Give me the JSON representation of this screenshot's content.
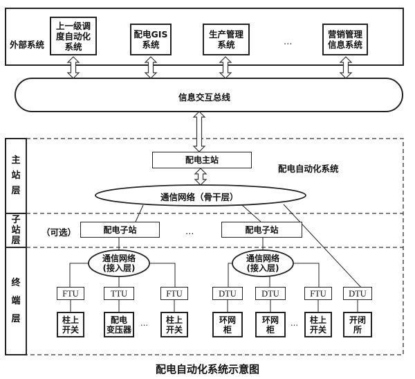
{
  "diagram": {
    "caption": "配电自动化系统示意图",
    "external_layer": {
      "label": "外部系统",
      "systems": [
        {
          "id": "upper-dispatch",
          "label": "上一级调\n度自动化\n系统"
        },
        {
          "id": "gis",
          "label": "配电GIS\n系统"
        },
        {
          "id": "production-mgmt",
          "label": "生产管理\n系统"
        },
        {
          "id": "marketing-mgmt",
          "label": "营销管理\n信息系统"
        }
      ],
      "ellipsis": "…"
    },
    "bus": {
      "label": "信息交互总线"
    },
    "das": {
      "label": "配电自动化系统",
      "layers": [
        {
          "id": "master",
          "label": "主站层",
          "chars": [
            "主",
            "站",
            "层"
          ]
        },
        {
          "id": "substation",
          "label": "子站层",
          "chars": [
            "子",
            "站",
            "层"
          ]
        },
        {
          "id": "terminal",
          "label": "终端层",
          "chars": [
            "终",
            "端",
            "层"
          ]
        }
      ],
      "master_station": "配电主站",
      "backbone_network": "通信网络（骨干层）",
      "optional_note": "（可选）",
      "substations": [
        {
          "id": "sub-1",
          "label": "配电子站"
        },
        {
          "id": "sub-2",
          "label": "配电子站"
        }
      ],
      "substation_ellipsis": "…",
      "access_networks": [
        {
          "id": "access-1",
          "label": "通信网络\n(接入层)"
        },
        {
          "id": "access-2",
          "label": "通信网络\n(接入层)"
        }
      ],
      "terminals": [
        {
          "unit": "FTU",
          "device": "柱上\n开关"
        },
        {
          "unit": "TTU",
          "device": "配电\n变压器"
        },
        {
          "unit": "FTU",
          "device": "柱上\n开关"
        },
        {
          "unit": "DTU",
          "device": "环网\n柜"
        },
        {
          "unit": "DTU",
          "device": "环网\n柜"
        },
        {
          "unit": "FTU",
          "device": "柱上\n开关"
        },
        {
          "unit": "DTU",
          "device": "开闭\n所"
        }
      ],
      "terminal_ellipsis": [
        "…",
        "…"
      ]
    }
  }
}
